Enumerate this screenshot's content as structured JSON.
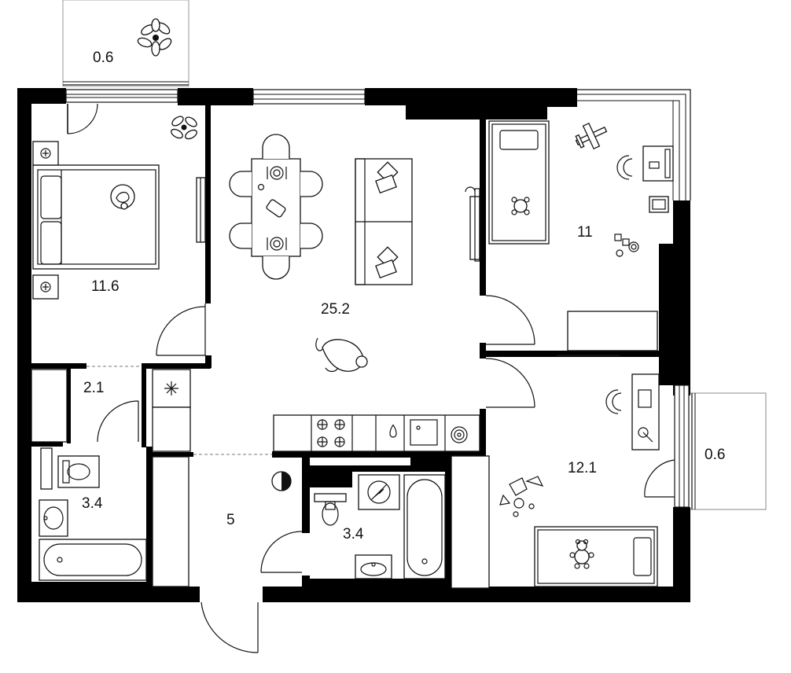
{
  "floorplan": {
    "rooms": [
      {
        "id": "balcony-top",
        "area": "0.6"
      },
      {
        "id": "bedroom-left",
        "area": "11.6"
      },
      {
        "id": "living-kitchen",
        "area": "25.2"
      },
      {
        "id": "bedroom-top-right",
        "area": "11"
      },
      {
        "id": "storage",
        "area": "2.1"
      },
      {
        "id": "bathroom-left",
        "area": "3.4"
      },
      {
        "id": "hallway",
        "area": "5"
      },
      {
        "id": "bathroom-center",
        "area": "3.4"
      },
      {
        "id": "bedroom-bottom-right",
        "area": "12.1"
      },
      {
        "id": "balcony-right",
        "area": "0.6"
      }
    ]
  }
}
